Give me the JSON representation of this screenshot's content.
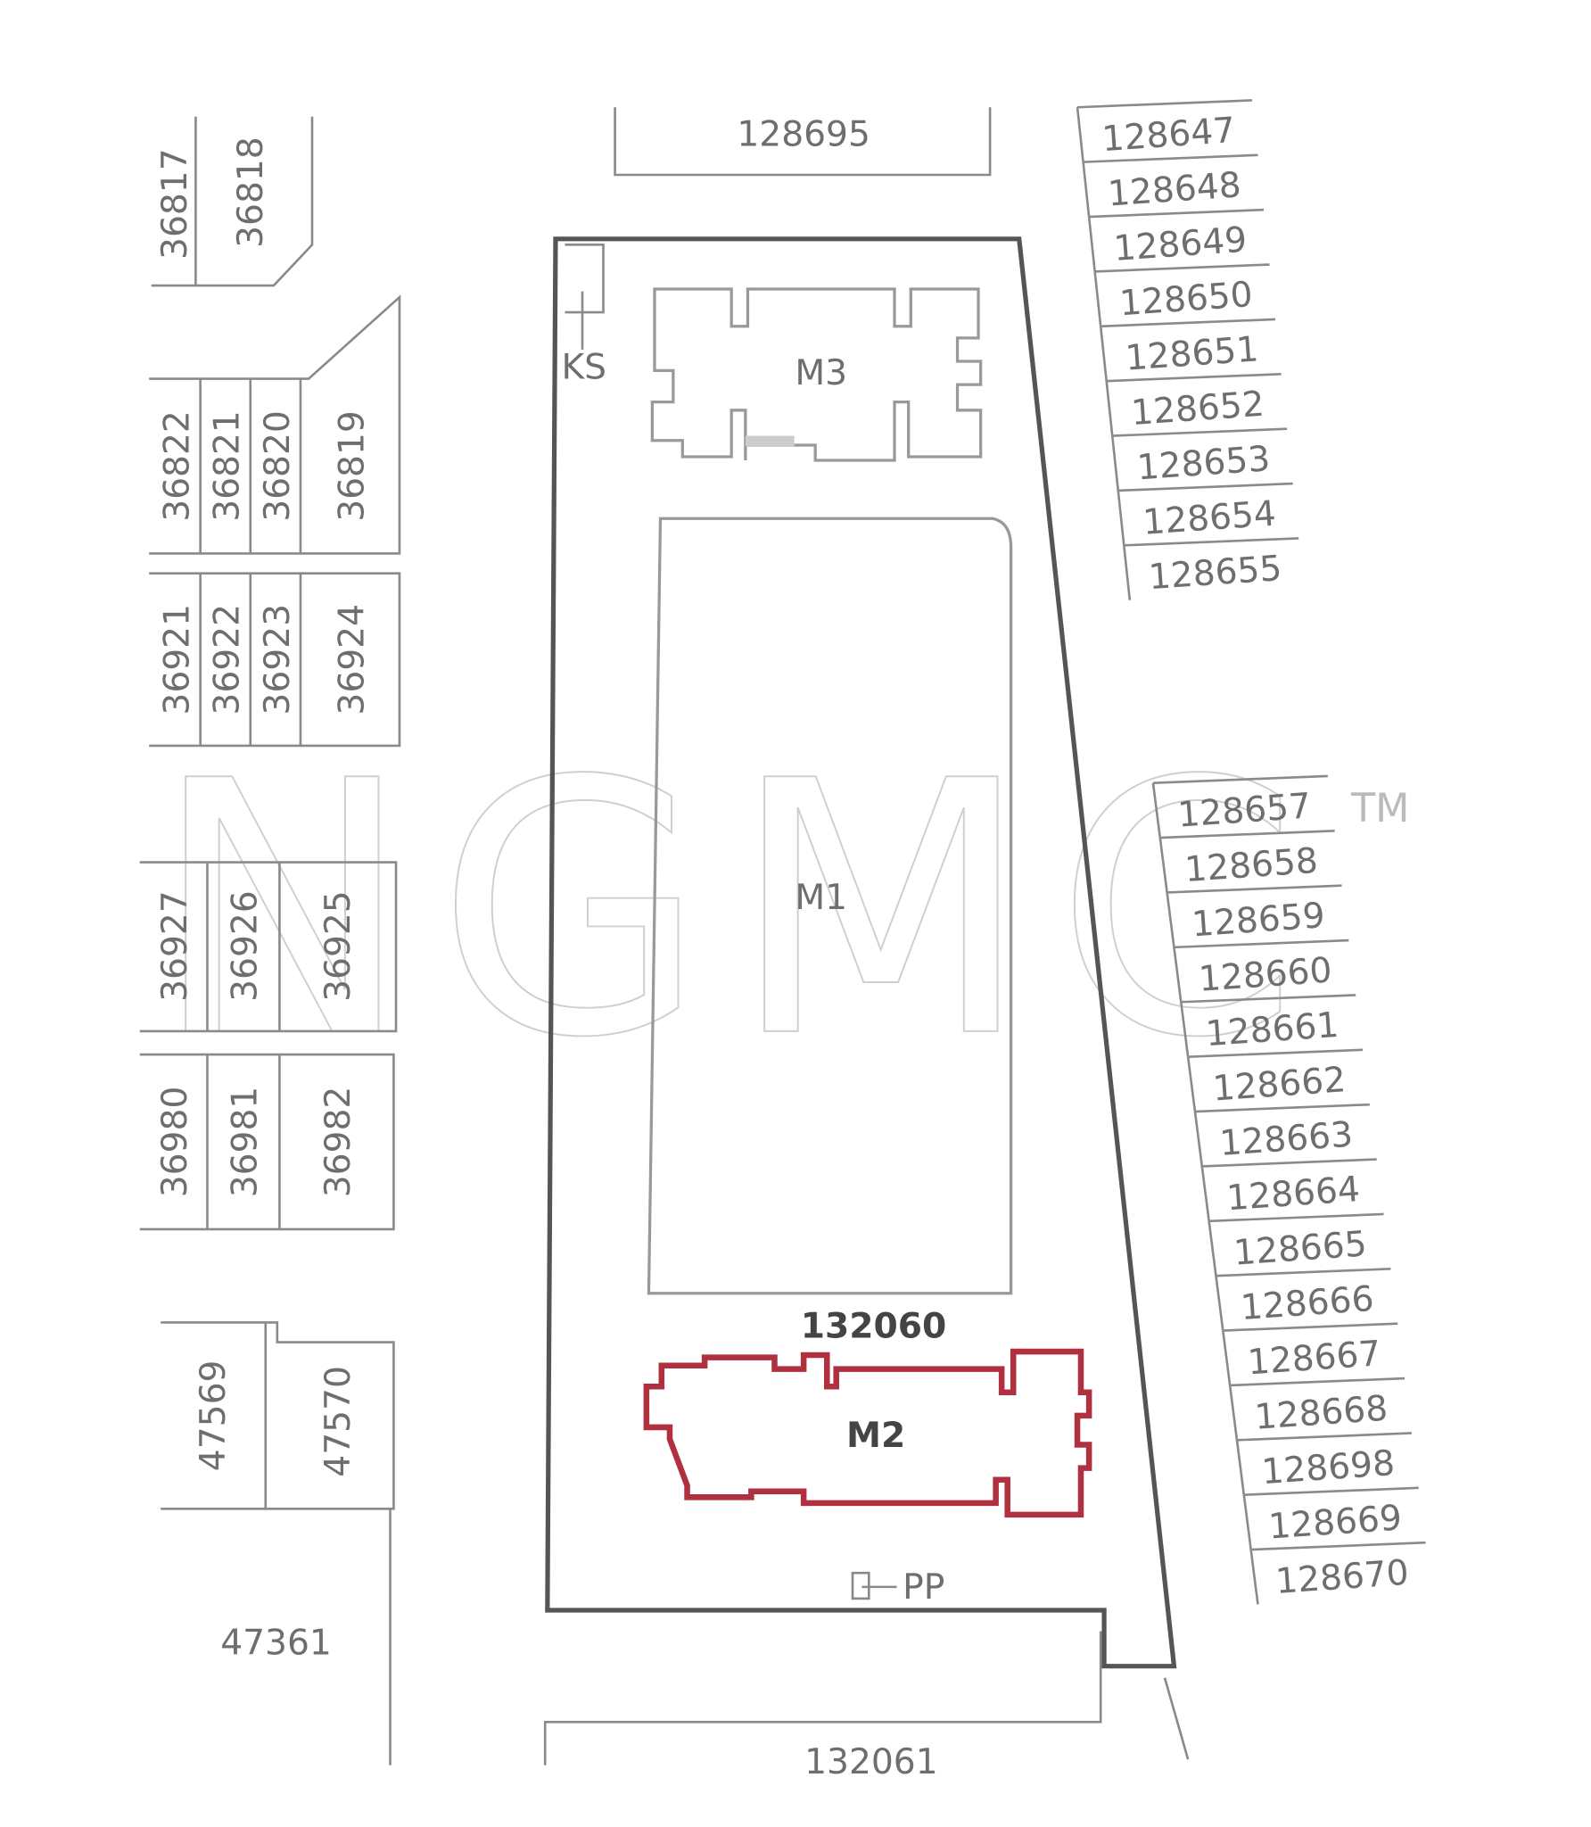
{
  "top_lot": "128695",
  "bottom_lot": "132061",
  "main_lot": "132060",
  "buildings": {
    "m1": "M1",
    "m2": "M2",
    "m3": "M3"
  },
  "markers": {
    "ks": "KS",
    "pp": "PP"
  },
  "highlight_color": "#b03040",
  "watermark": "NGMC",
  "watermark_tm": "TM",
  "left_lots": {
    "row1": [
      "36817",
      "36818"
    ],
    "row2": [
      "36822",
      "36821",
      "36820",
      "36819"
    ],
    "row3": [
      "36921",
      "36922",
      "36923",
      "36924"
    ],
    "row4": [
      "36927",
      "36926",
      "36925"
    ],
    "row5": [
      "36980",
      "36981",
      "36982"
    ],
    "row6": [
      "47569",
      "47570"
    ],
    "row7": "47361"
  },
  "right_lots_upper": [
    "128647",
    "128648",
    "128649",
    "128650",
    "128651",
    "128652",
    "128653",
    "128654",
    "128655"
  ],
  "right_lots_lower": [
    "128657",
    "128658",
    "128659",
    "128660",
    "128661",
    "128662",
    "128663",
    "128664",
    "128665",
    "128666",
    "128667",
    "128668",
    "128698",
    "128669",
    "128670"
  ]
}
